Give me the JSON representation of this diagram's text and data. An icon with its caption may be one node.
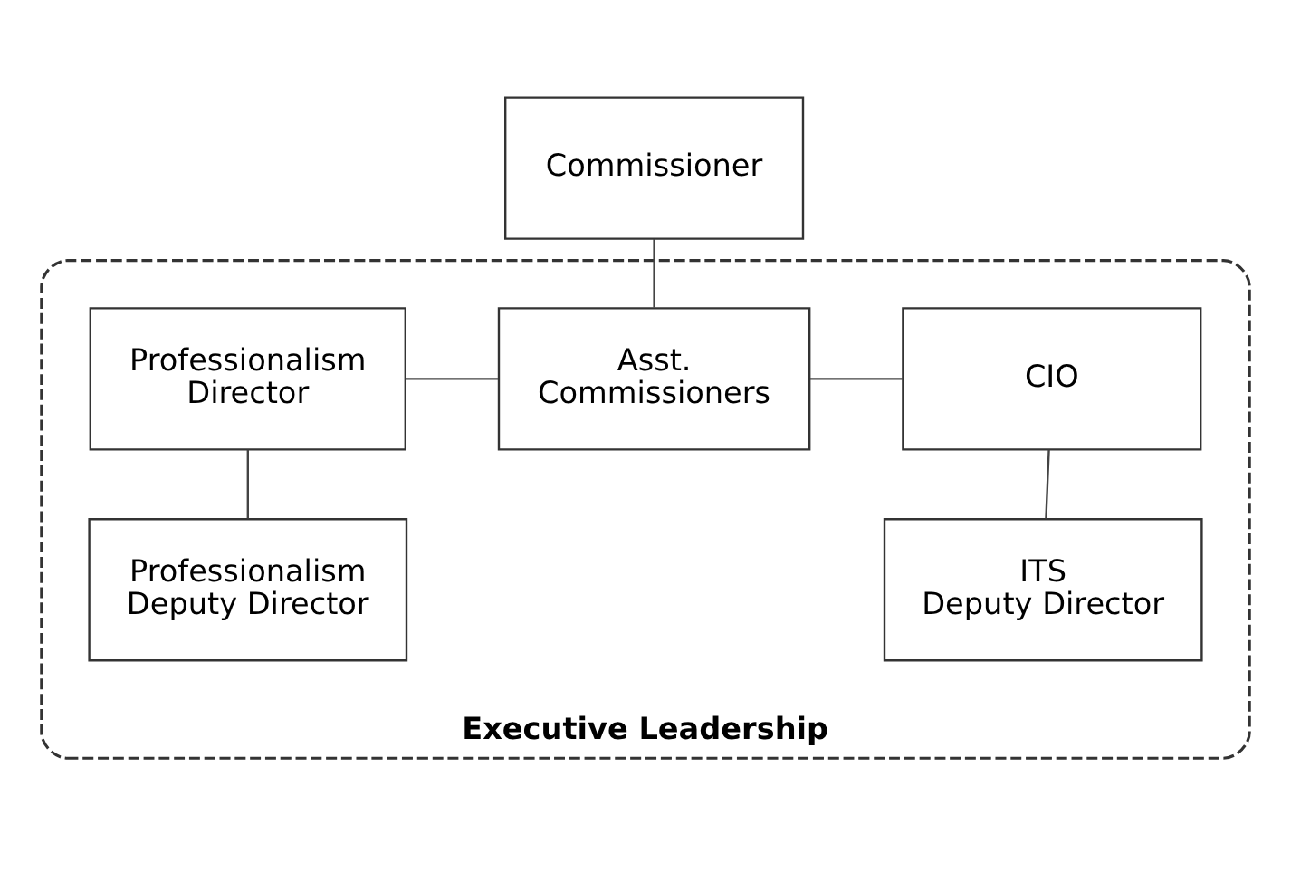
{
  "diagram": {
    "nodes": [
      {
        "text": [
          "Executive Leadership"
        ]
      },
      {
        "text": [
          "Commissioner"
        ]
      },
      {
        "text": [
          "Professionalism Director"
        ],
        "in": 0
      },
      {
        "text": [
          "Asst. Commissioners"
        ],
        "in": 0
      },
      {
        "text": [
          "CIO"
        ],
        "in": 0
      },
      {
        "text": [
          "Professionalism Deputy Director"
        ],
        "in": 0
      },
      {
        "text": [
          "ITS Deputy Director"
        ],
        "in": 0
      }
    ],
    "edges": [
      {
        "from": 1,
        "to": 3,
        "arrow": "none"
      },
      {
        "from": 2,
        "to": 3,
        "arrow": "none"
      },
      {
        "from": 3,
        "to": 4,
        "arrow": "none"
      },
      {
        "from": 2,
        "to": 5,
        "arrow": "none"
      },
      {
        "from": 4,
        "to": 6,
        "arrow": "none"
      }
    ]
  }
}
